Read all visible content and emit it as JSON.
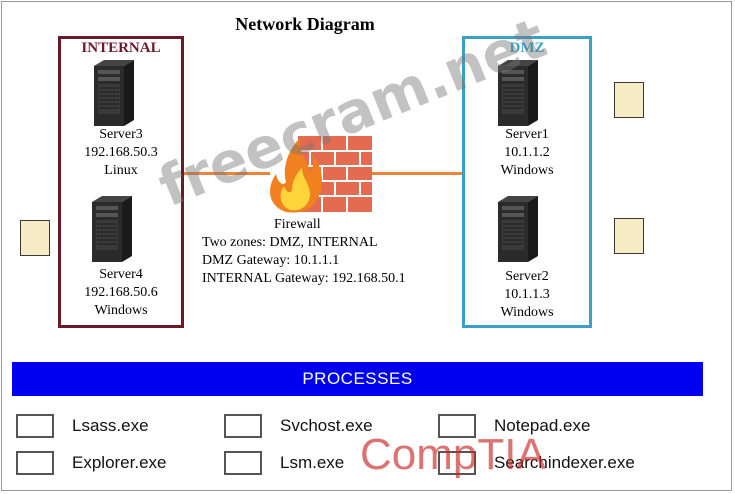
{
  "title": "Network Diagram",
  "zones": {
    "internal": {
      "label": "INTERNAL",
      "color": "#6b1a2a",
      "servers": [
        {
          "name": "Server3",
          "ip": "192.168.50.3",
          "os": "Linux"
        },
        {
          "name": "Server4",
          "ip": "192.168.50.6",
          "os": "Windows"
        }
      ]
    },
    "dmz": {
      "label": "DMZ",
      "color": "#3aa0c8",
      "servers": [
        {
          "name": "Server1",
          "ip": "10.1.1.2",
          "os": "Windows"
        },
        {
          "name": "Server2",
          "ip": "10.1.1.3",
          "os": "Windows"
        }
      ]
    }
  },
  "firewall": {
    "name": "Firewall",
    "zones_line": "Two zones: DMZ, INTERNAL",
    "dmz_gateway": "DMZ Gateway: 10.1.1.1",
    "internal_gateway": "INTERNAL Gateway: 192.168.50.1"
  },
  "processes": {
    "header": "PROCESSES",
    "header_color": "#0000f0",
    "items": [
      "Lsass.exe",
      "Svchost.exe",
      "Notepad.exe",
      "Explorer.exe",
      "Lsm.exe",
      "Searchindexer.exe"
    ]
  },
  "watermark": "freecram.net",
  "logo": "CompTIA",
  "icons": [
    "server-tower-icon",
    "firewall-brick-icon"
  ]
}
